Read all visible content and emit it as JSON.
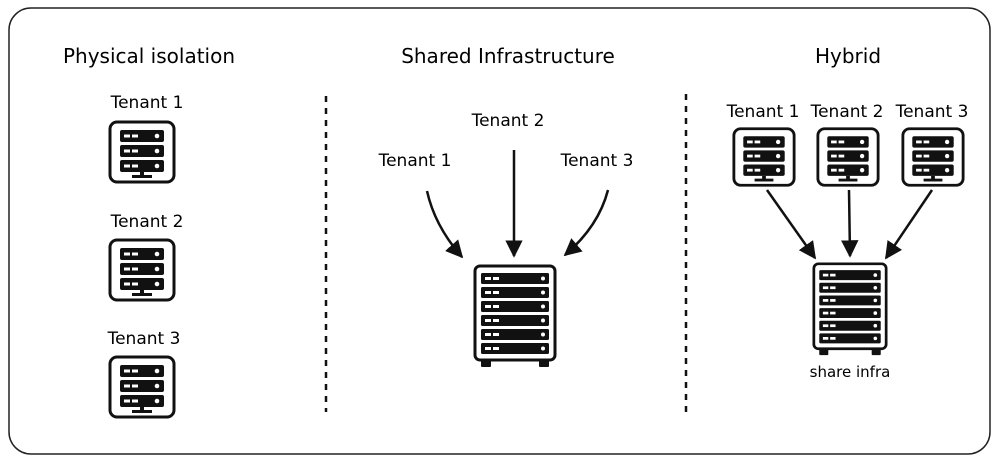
{
  "sections": {
    "physical": {
      "title": "Physical isolation",
      "tenants": [
        "Tenant 1",
        "Tenant 2",
        "Tenant 3"
      ]
    },
    "shared": {
      "title": "Shared Infrastructure",
      "tenants": [
        "Tenant 1",
        "Tenant 2",
        "Tenant 3"
      ]
    },
    "hybrid": {
      "title": "Hybrid",
      "tenants": [
        "Tenant 1",
        "Tenant 2",
        "Tenant 3"
      ],
      "shared_label": "share infra"
    }
  },
  "colors": {
    "ink": "#111111",
    "frame": "#222222",
    "background": "#ffffff"
  }
}
